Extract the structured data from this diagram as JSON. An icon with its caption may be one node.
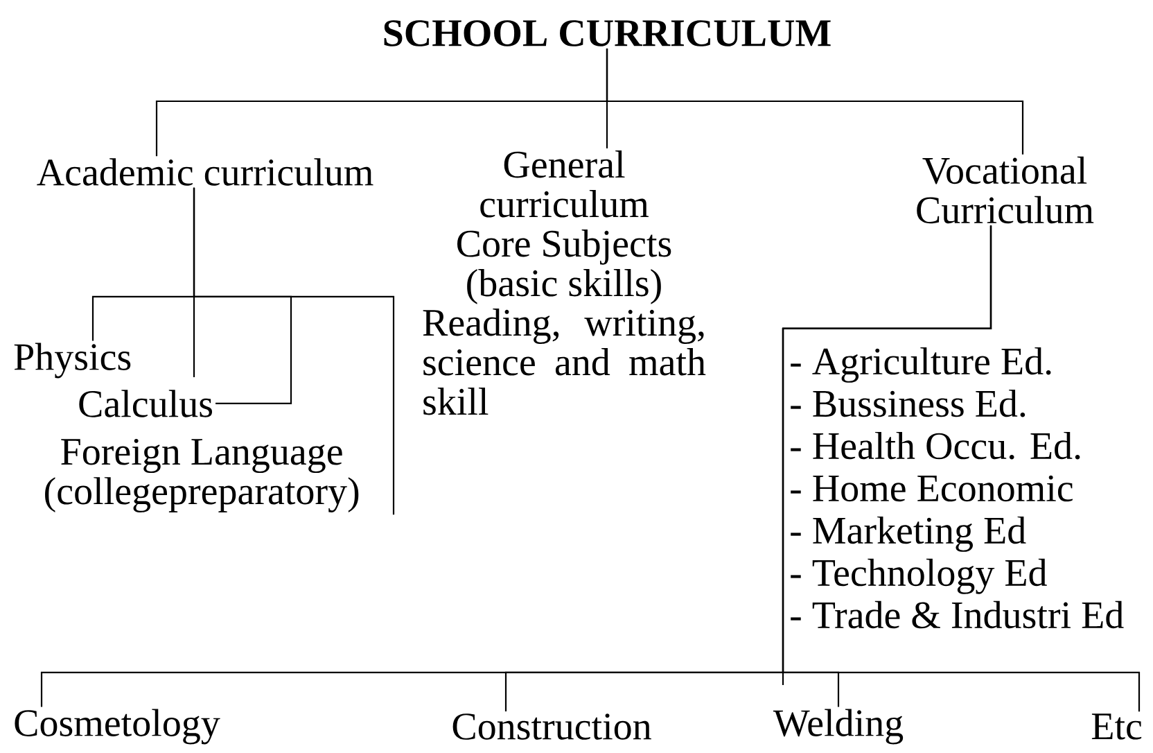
{
  "diagram": {
    "nodes": [
      {
        "text": [
          "SCHOOL CURRICULUM"
        ]
      },
      {
        "text": [
          "Academic curriculum"
        ]
      },
      {
        "text": [
          "General curriculum",
          "Core Subjects (basic skills)",
          "Reading, writing, science and math skill"
        ]
      },
      {
        "text": [
          "Vocational Curriculum"
        ]
      },
      {
        "text": [
          "Physics"
        ]
      },
      {
        "text": [
          "Calculus"
        ]
      },
      {
        "text": [
          "Foreign Language (collegepreparatory)"
        ]
      },
      {
        "text": [
          "- Agriculture Ed.",
          "- Bussiness Ed.",
          "- Health Occu. Ed.",
          "- Home Economic",
          "- Marketing Ed",
          "- Technology Ed",
          "- Trade & Industri Ed"
        ]
      },
      {
        "text": [
          "Cosmetology"
        ]
      },
      {
        "text": [
          "Construction"
        ]
      },
      {
        "text": [
          "Welding"
        ]
      },
      {
        "text": [
          "Etc"
        ]
      }
    ],
    "edges": [
      {
        "from": 0,
        "to": 1,
        "arrow": "none"
      },
      {
        "from": 0,
        "to": 2,
        "arrow": "none"
      },
      {
        "from": 0,
        "to": 3,
        "arrow": "none"
      },
      {
        "from": 1,
        "to": 4,
        "arrow": "none"
      },
      {
        "from": 1,
        "to": 5,
        "arrow": "none"
      },
      {
        "from": 1,
        "to": 6,
        "arrow": "none"
      },
      {
        "from": 3,
        "to": 8,
        "arrow": "none"
      },
      {
        "from": 3,
        "to": 9,
        "arrow": "none"
      },
      {
        "from": 3,
        "to": 10,
        "arrow": "none"
      },
      {
        "from": 3,
        "to": 11,
        "arrow": "none"
      }
    ]
  }
}
